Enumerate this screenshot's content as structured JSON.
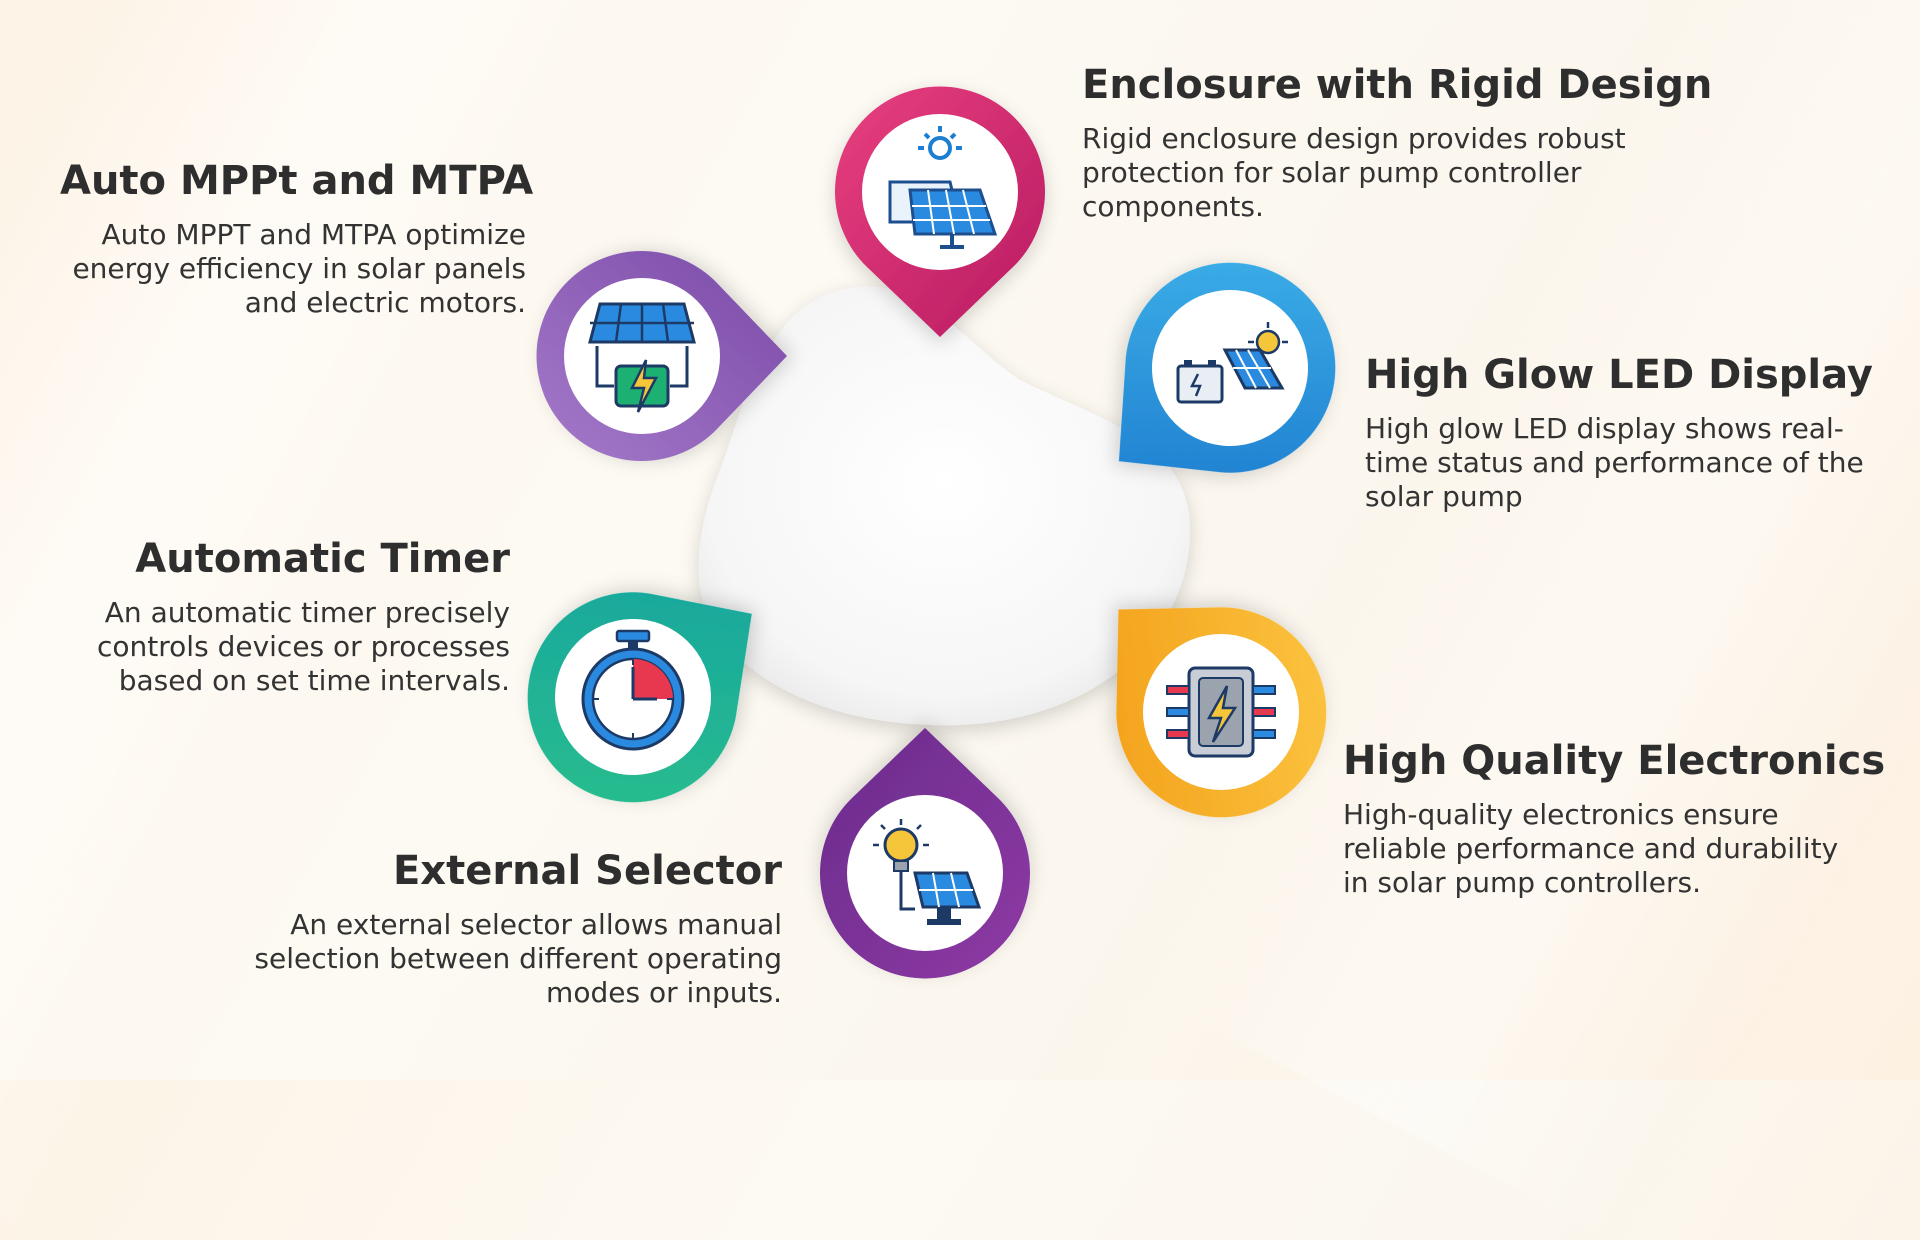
{
  "colors": {
    "magenta": [
      "#e8407f",
      "#b81a62"
    ],
    "purple": [
      "#a47ac9",
      "#7b4aa8"
    ],
    "blue": [
      "#3fb3ea",
      "#1a77cc"
    ],
    "teal": [
      "#2bbf8c",
      "#14a3a0"
    ],
    "orange": [
      "#fcc844",
      "#f29a14"
    ],
    "violet": [
      "#8e3aa4",
      "#6a2b8c"
    ]
  },
  "features": [
    {
      "id": "enclosure",
      "icon": "solar-panels-sun-icon",
      "title": "Enclosure with Rigid Design",
      "desc": "Rigid enclosure design provides robust protection for solar pump controller components."
    },
    {
      "id": "mppt",
      "icon": "solar-panel-battery-icon",
      "title": "Auto MPPt and MTPA",
      "desc": "Auto MPPT and MTPA optimize energy efficiency in solar panels and electric motors."
    },
    {
      "id": "led",
      "icon": "battery-solar-sun-icon",
      "title": "High Glow LED Display",
      "desc": "High glow LED display shows real-time status and performance of the solar pump"
    },
    {
      "id": "timer",
      "icon": "stopwatch-icon",
      "title": "Automatic Timer",
      "desc": "An automatic timer precisely controls devices or processes based on set time intervals."
    },
    {
      "id": "electronics",
      "icon": "circuit-box-icon",
      "title": "High Quality Electronics",
      "desc": "High-quality electronics ensure reliable performance and durability in solar pump controllers."
    },
    {
      "id": "selector",
      "icon": "bulb-solar-panel-icon",
      "title": "External Selector",
      "desc": "An external selector allows manual selection between different operating modes or inputs."
    }
  ]
}
